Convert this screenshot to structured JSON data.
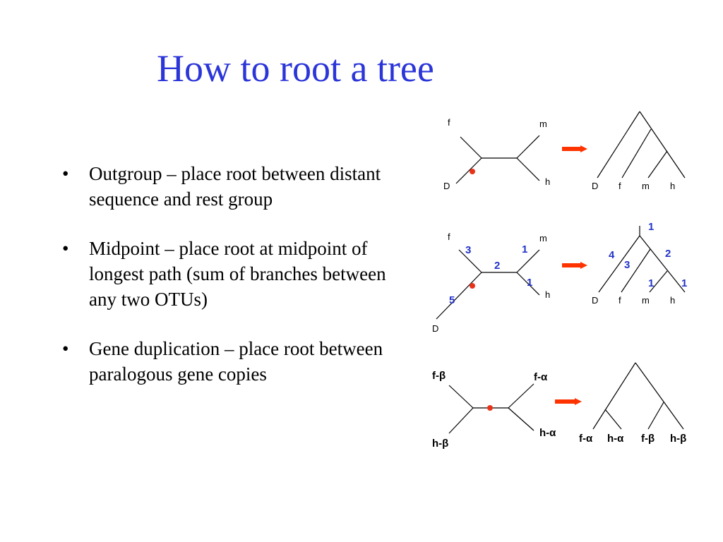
{
  "title": "How to root a tree",
  "bullets": [
    {
      "marker": "•",
      "text": "Outgroup – place root between distant sequence and rest group"
    },
    {
      "marker": "•",
      "text": "Midpoint – place root at midpoint of longest path (sum of branches between any two OTUs)"
    },
    {
      "marker": "•",
      "text": "Gene duplication – place root between paralogous gene copies"
    }
  ],
  "colors": {
    "title": "#2b35d8",
    "arrow": "#ff3300",
    "root_dot": "#e8331a",
    "numbers": "#2333c8"
  },
  "diagram1": {
    "unrooted": {
      "f": "f",
      "m": "m",
      "D": "D",
      "h": "h"
    },
    "rooted": {
      "D": "D",
      "f": "f",
      "m": "m",
      "h": "h"
    }
  },
  "diagram2": {
    "unrooted": {
      "f": "f",
      "m": "m",
      "D": "D",
      "h": "h",
      "b_f": "3",
      "b_m": "1",
      "b_mid": "2",
      "b_h": "1",
      "b_D": "5"
    },
    "rooted": {
      "D": "D",
      "f": "f",
      "m": "m",
      "h": "h",
      "b_root": "1",
      "b_left": "4",
      "b_right": "2",
      "b_inner": "3",
      "b_m": "1",
      "b_h": "1"
    }
  },
  "diagram3": {
    "unrooted": {
      "fb_pre": "f-",
      "fb_sym": "β",
      "fa_pre": "f-",
      "fa_sym": "α",
      "hb_pre": "h-",
      "hb_sym": "β",
      "ha_pre": "h-",
      "ha_sym": "α"
    },
    "rooted": {
      "l1_pre": "f-",
      "l1_sym": "α",
      "l2_pre": "h-",
      "l2_sym": "α",
      "l3_pre": "f-",
      "l3_sym": "β",
      "l4_pre": "h-",
      "l4_sym": "β"
    }
  }
}
